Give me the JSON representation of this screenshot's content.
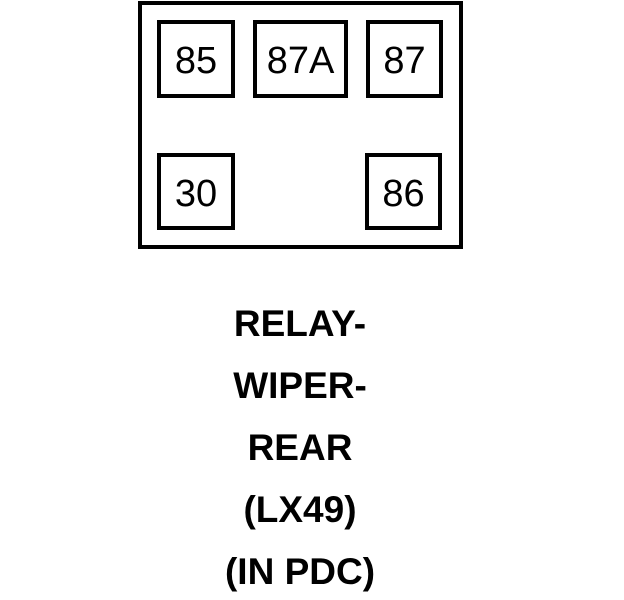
{
  "diagram": {
    "type": "relay-pinout",
    "colors": {
      "line": "#000000",
      "background": "#ffffff"
    },
    "pins": [
      {
        "label": "85",
        "position": "top-left"
      },
      {
        "label": "87A",
        "position": "top-center"
      },
      {
        "label": "87",
        "position": "top-right"
      },
      {
        "label": "30",
        "position": "bottom-left"
      },
      {
        "label": "86",
        "position": "bottom-right"
      }
    ],
    "caption_lines": [
      "RELAY-",
      "WIPER-",
      "REAR",
      "(LX49)",
      "(IN PDC)"
    ]
  }
}
